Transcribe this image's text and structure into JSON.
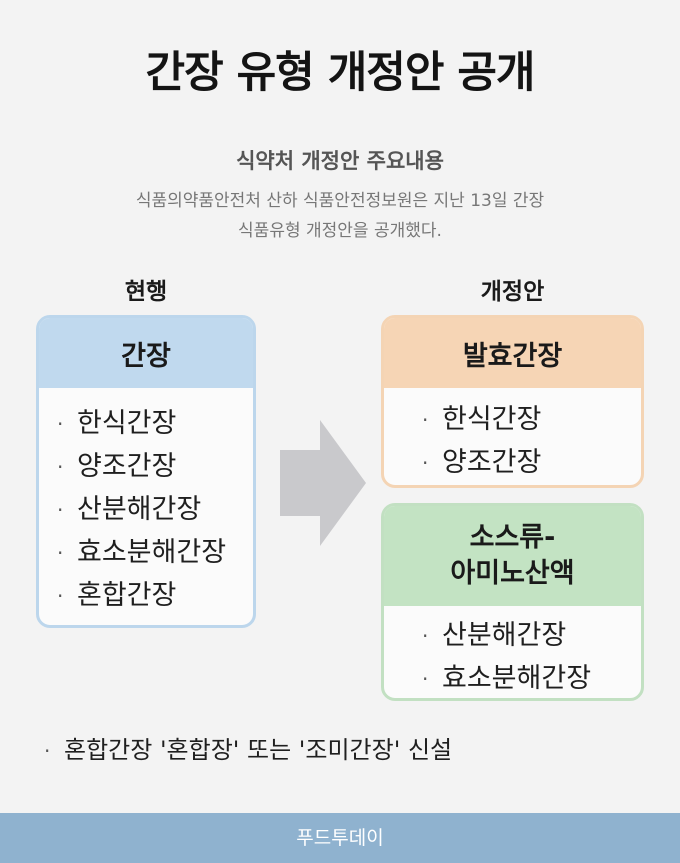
{
  "title": "간장 유형 개정안 공개",
  "subtitle": "식약처 개정안 주요내용",
  "description": {
    "line1": "식품의약품안전처 산하 식품안전정보원은 지난 13일 간장",
    "line2": "식품유형 개정안을 공개했다."
  },
  "current": {
    "label": "현행",
    "heading": "간장",
    "items": [
      "한식간장",
      "양조간장",
      "산분해간장",
      "효소분해간장",
      "혼합간장"
    ]
  },
  "revised": {
    "label": "개정안",
    "fermented": {
      "heading": "발효간장",
      "items": [
        "한식간장",
        "양조간장"
      ]
    },
    "amino": {
      "heading_line1": "소스류-",
      "heading_line2": "아미노산액",
      "items": [
        "산분해간장",
        "효소분해간장"
      ]
    }
  },
  "bullet": "·",
  "note": "혼합간장 '혼합장' 또는 '조미간장' 신설",
  "footer": "푸드투데이",
  "colors": {
    "current_header": "#c0d9ee",
    "fermented_header": "#f6d5b5",
    "amino_header": "#c3e3c3",
    "arrow": "#c9c9cc",
    "footer": "#8fb2cf"
  }
}
